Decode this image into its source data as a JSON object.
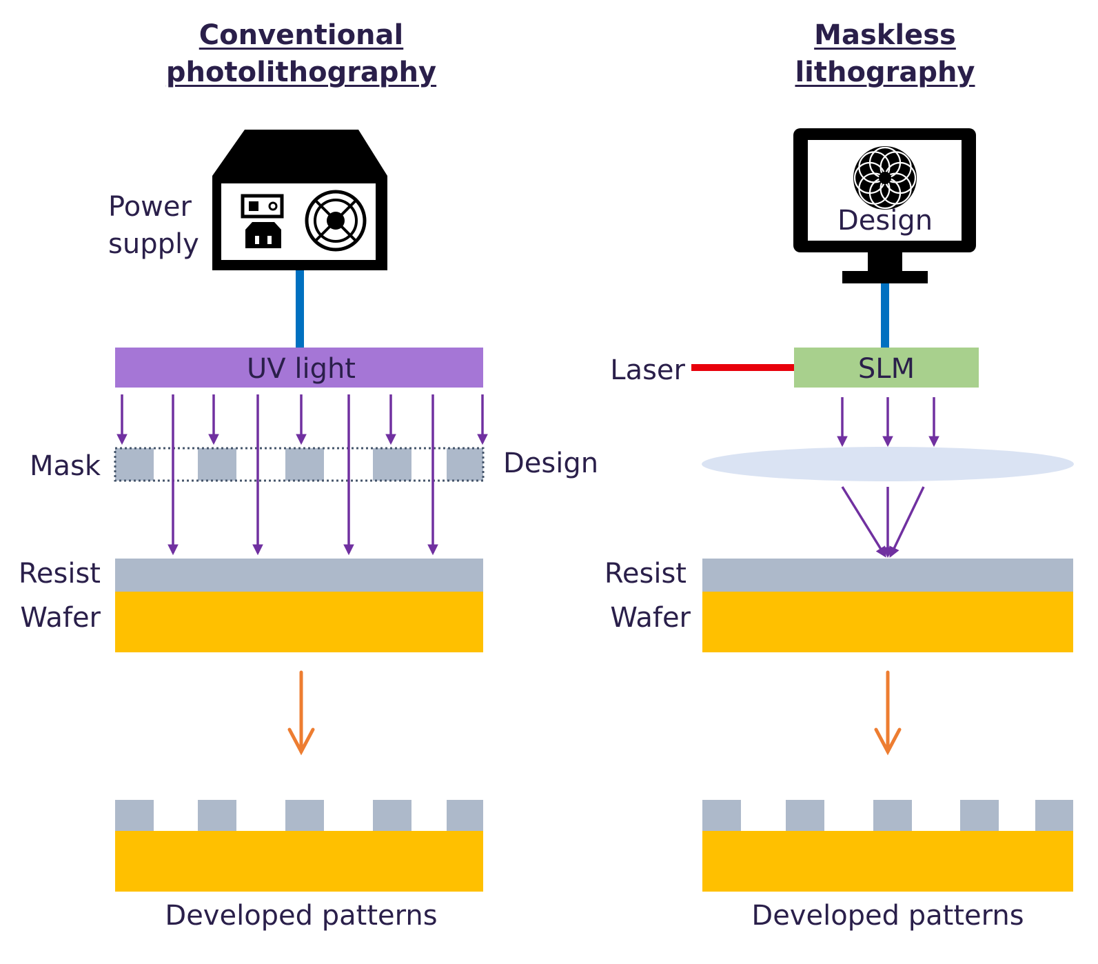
{
  "panels": {
    "conventional": {
      "title_line1": "Conventional",
      "title_line2": "photolithography",
      "power_line1": "Power",
      "power_line2": "supply",
      "uv_label": "UV light",
      "mask_label": "Mask",
      "design_label": "Design",
      "resist_label": "Resist",
      "wafer_label": "Wafer",
      "result_label": "Developed patterns"
    },
    "maskless": {
      "title_line1": "Maskless",
      "title_line2": "lithography",
      "monitor_label": "Design",
      "laser_label": "Laser",
      "slm_label": "SLM",
      "resist_label": "Resist",
      "wafer_label": "Wafer",
      "result_label": "Developed patterns"
    }
  },
  "colors": {
    "text": "#2a1f4a",
    "uv_bar": "#a576d6",
    "slm_bar": "#a8d08d",
    "resist": "#adb9ca",
    "wafer": "#ffc000",
    "light_arrow": "#7030a0",
    "develop_arrow": "#ed7d31",
    "cable": "#0070c0",
    "laser": "#e8000b",
    "lens": "#dae3f3"
  },
  "icons": [
    "power-supply-icon",
    "power-switch-icon",
    "power-socket-icon",
    "fan-icon",
    "monitor-icon",
    "flower-design-icon"
  ]
}
